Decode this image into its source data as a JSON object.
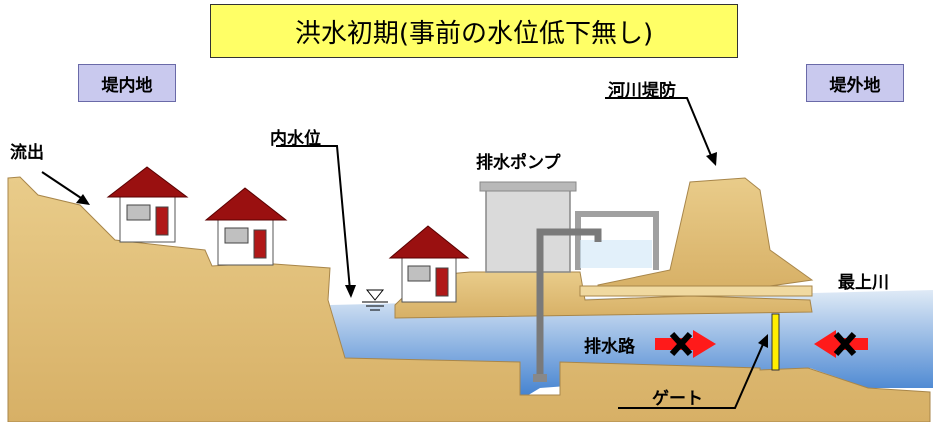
{
  "title": "洪水初期(事前の水位低下無し)",
  "labels": {
    "inner_land": "堤内地",
    "outer_land": "堤外地",
    "river_levee": "河川堤防",
    "outflow": "流出",
    "inner_water_level": "内水位",
    "drain_pump": "排水ポンプ",
    "mogami_river": "最上川",
    "drainage_channel": "排水路",
    "gate": "ゲート"
  },
  "colors": {
    "ground": "#e2c07a",
    "water": "#6a98d0",
    "roof": "#9a1010",
    "door": "#b01818",
    "title_bg": "#ffff66",
    "tag_bg": "#c9c9ee",
    "flow_arrow": "#ff1a1a",
    "gate": "#ffee00"
  },
  "icons": {
    "water_level": "water-level-triangle-icon",
    "blocked_flow": "blocked-flow-arrow-icon"
  }
}
